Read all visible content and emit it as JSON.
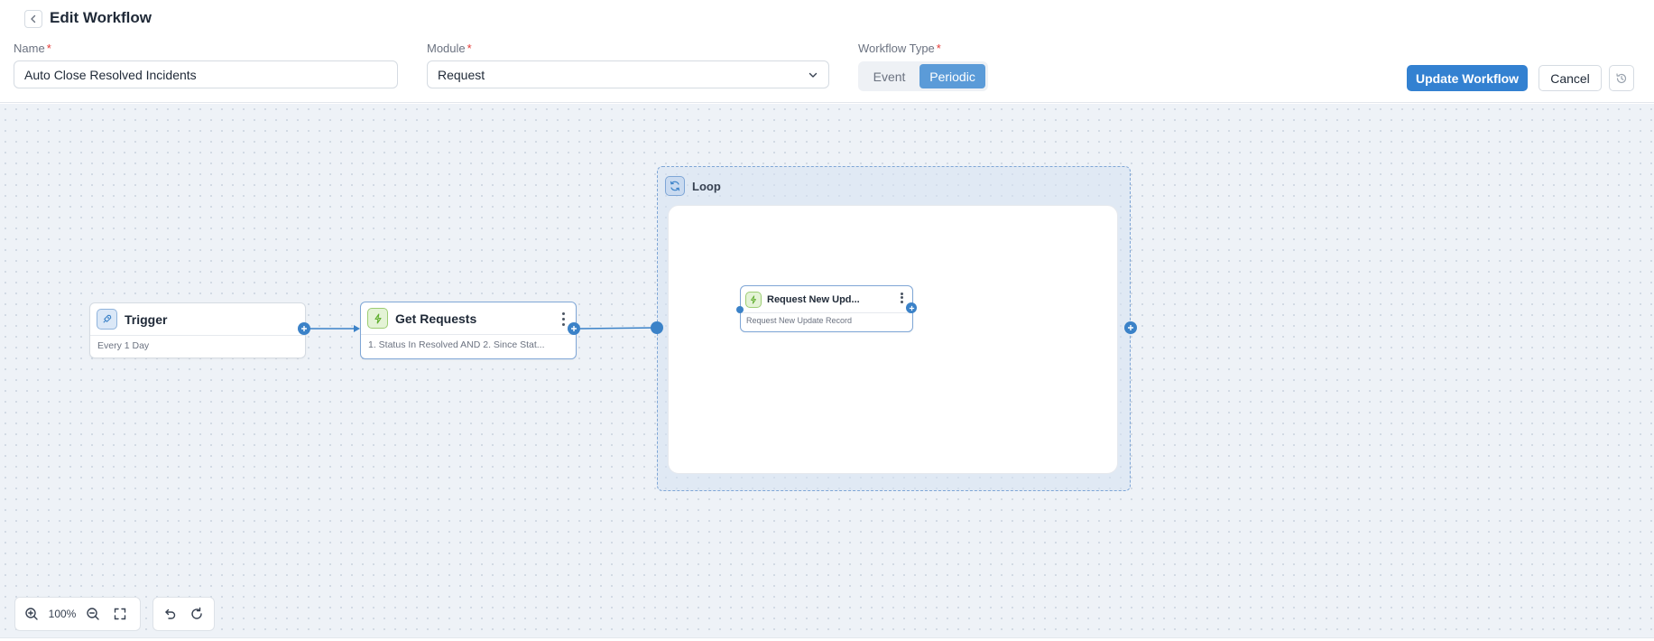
{
  "header": {
    "title": "Edit Workflow",
    "name_label": "Name",
    "name_value": "Auto Close Resolved Incidents",
    "module_label": "Module",
    "module_value": "Request",
    "type_label": "Workflow Type",
    "type_options": [
      "Event",
      "Periodic"
    ],
    "type_selected": "Periodic",
    "required_mark": "*",
    "update_label": "Update Workflow",
    "cancel_label": "Cancel"
  },
  "nodes": {
    "trigger": {
      "title": "Trigger",
      "subtitle": "Every 1 Day",
      "icon": "rocket-icon"
    },
    "get_requests": {
      "title": "Get Requests",
      "subtitle": "1. Status In Resolved AND 2. Since Stat...",
      "icon": "bolt-icon"
    },
    "loop": {
      "title": "Loop",
      "icon": "refresh-icon"
    },
    "request_new_update": {
      "title": "Request New Upd...",
      "subtitle": "Request New Update Record",
      "icon": "bolt-icon"
    }
  },
  "toolbar": {
    "zoom": "100%"
  },
  "colors": {
    "accent": "#3381d1",
    "periodic": "#5b9bd8",
    "edge": "#3b82c8",
    "canvas": "#eef2f7"
  }
}
